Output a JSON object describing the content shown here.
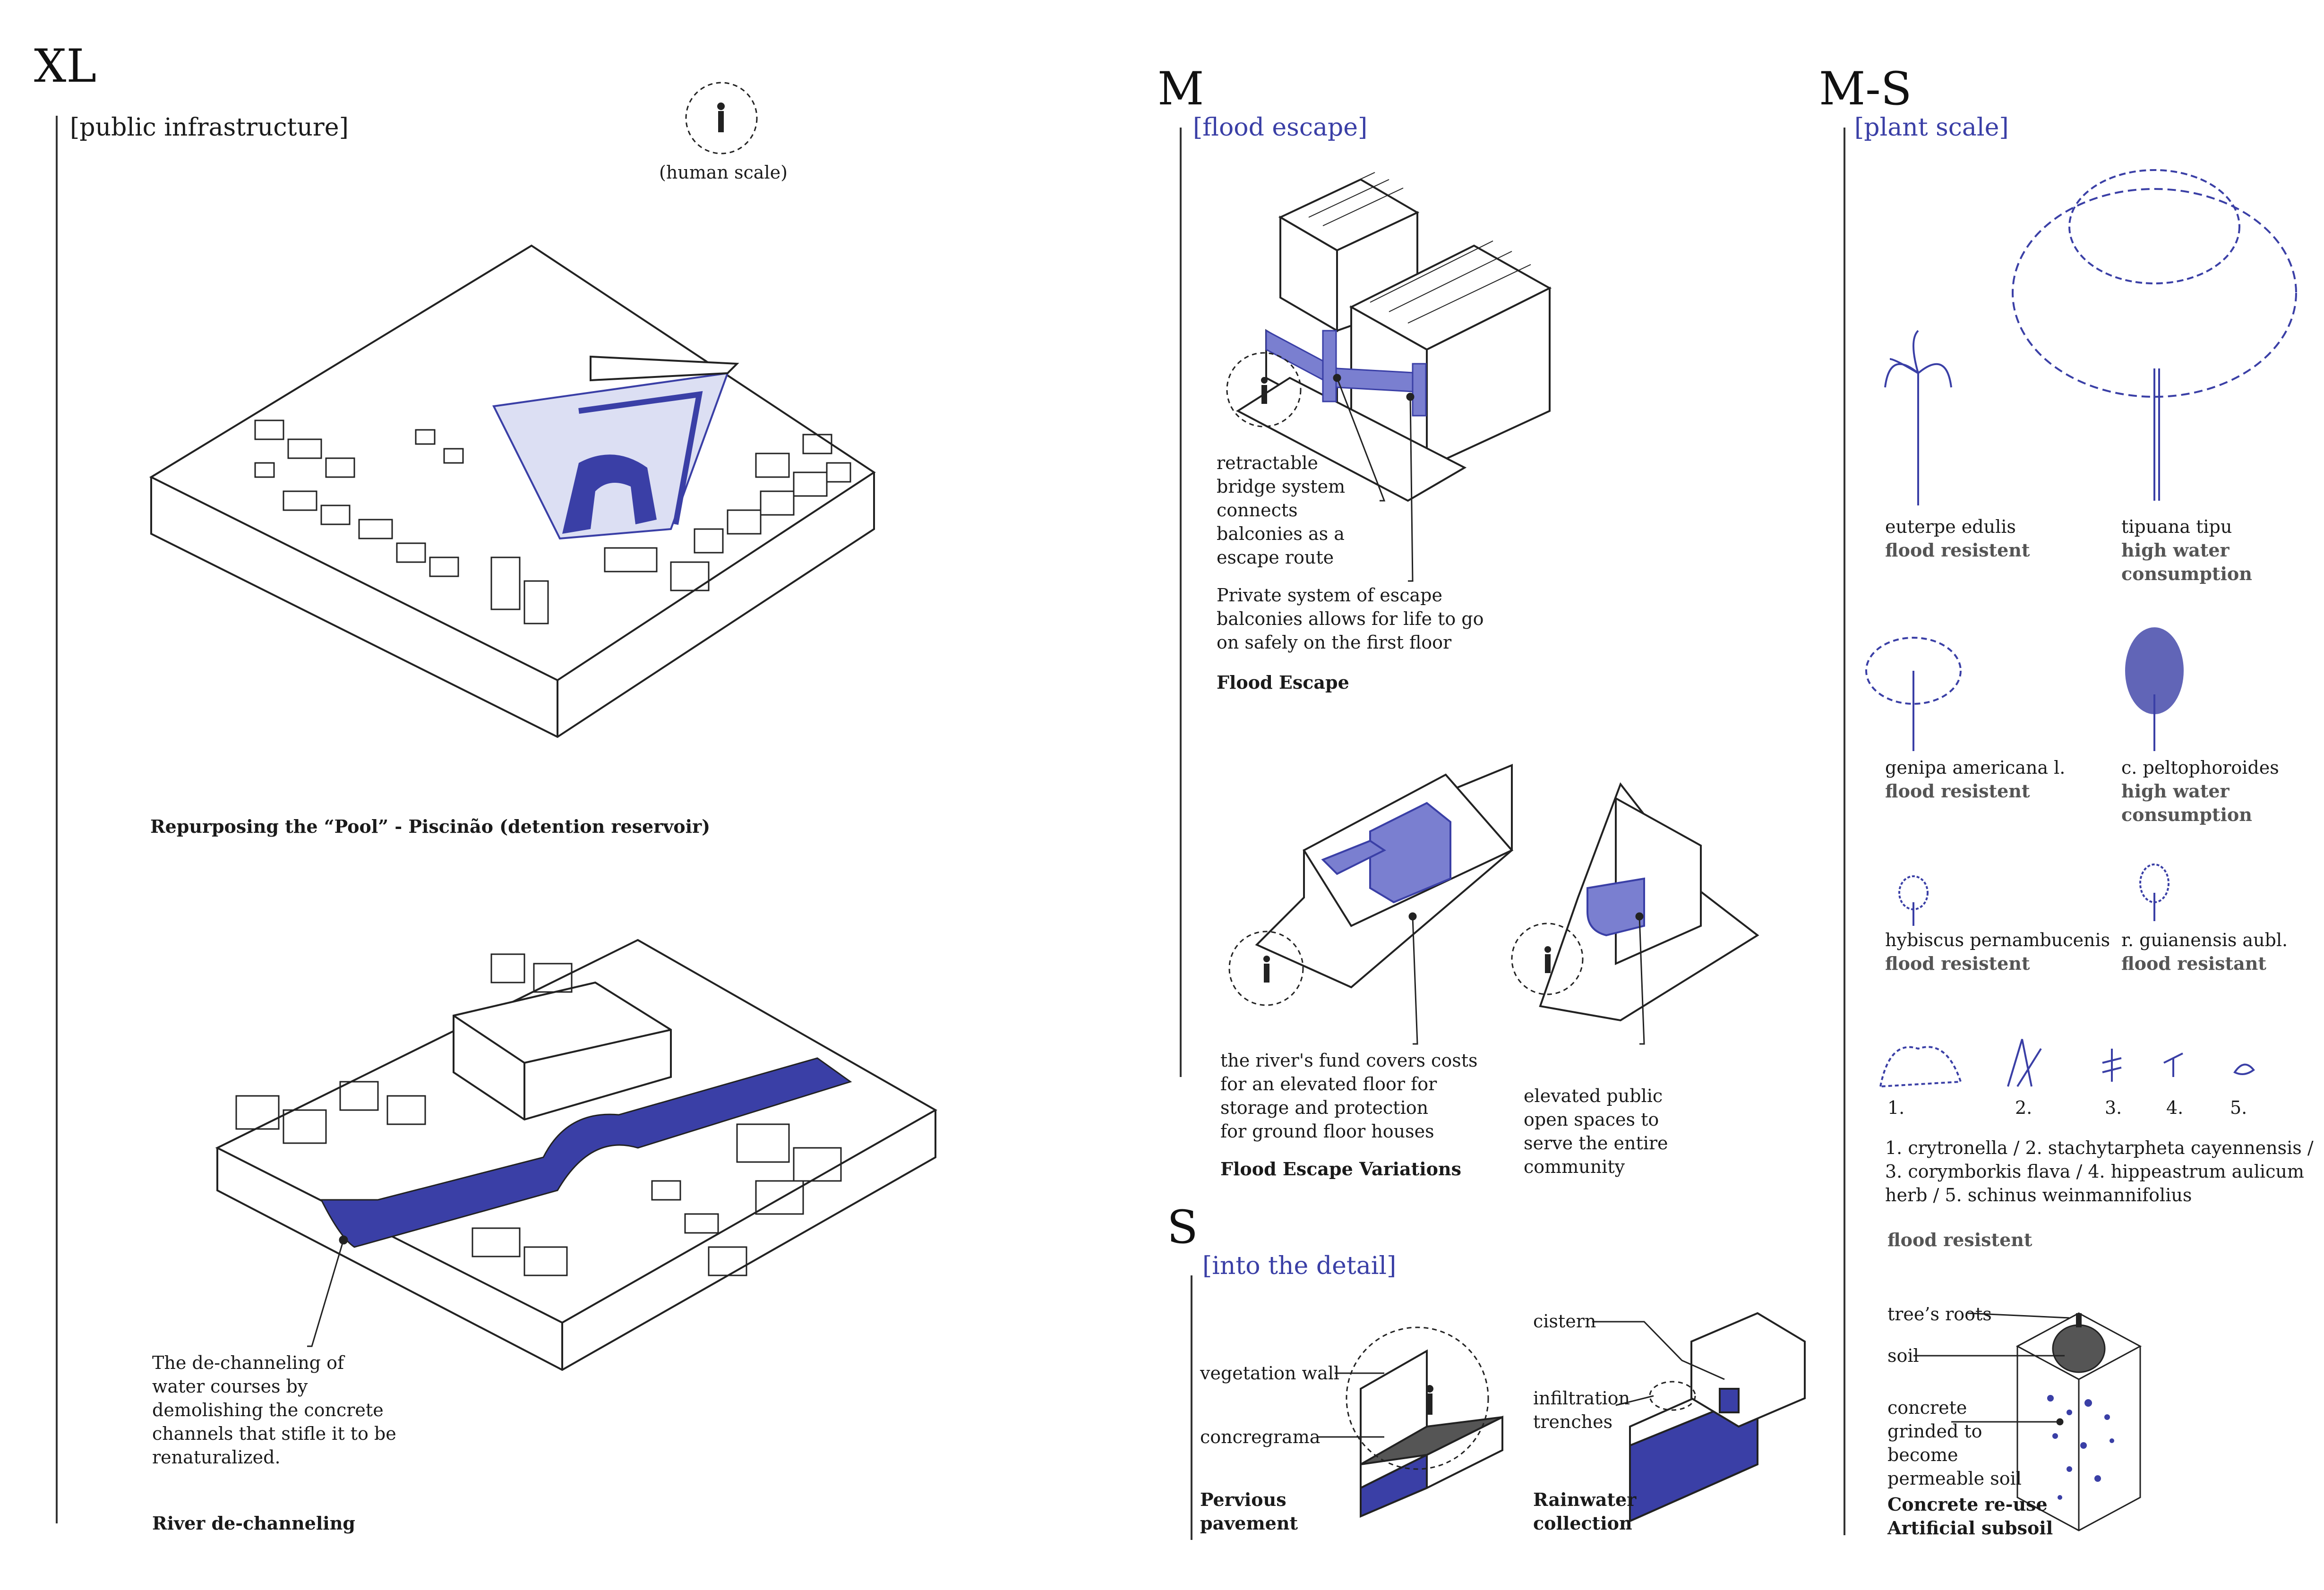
{
  "colors": {
    "accent": "#3a3fa6",
    "ink": "#1a1a1a",
    "grey": "#555555"
  },
  "xl": {
    "scale_label": "XL",
    "subtitle": "[public infrastructure]",
    "human_scale": "(human scale)",
    "pool_caption": "Repurposing the “Pool” - Piscinão (detention reservoir)",
    "river_note": "The de-channeling of\nwater courses by\ndemolishing the concrete\nchannels that stifle it to be\nrenaturalized.",
    "river_caption": "River de-channeling"
  },
  "m": {
    "scale_label": "M",
    "subtitle": "[flood escape]",
    "bridge_note": "retractable\nbridge system\nconnects\nbalconies as a\nescape route",
    "balcony_note": "Private system of escape\nbalconies allows for life to go\non safely on the first floor",
    "flood_escape_caption": "Flood Escape",
    "fund_note": "the river's fund covers costs\nfor an elevated  floor for\nstorage and protection\nfor ground floor houses",
    "public_note": "elevated public\nopen spaces to\nserve the entire\ncommunity",
    "variations_caption": "Flood Escape Variations"
  },
  "s": {
    "scale_label": "S",
    "subtitle": "[into the detail]",
    "vegetation_wall": "vegetation wall",
    "concregrama": "concregrama",
    "pervious_caption": "Pervious\npavement",
    "cistern": "cistern",
    "infiltration": "infiltration\ntrenches",
    "rainwater_caption": "Rainwater\ncollection"
  },
  "ms": {
    "scale_label": "M-S",
    "subtitle": "[plant scale]",
    "plants": [
      {
        "name": "euterpe edulis",
        "tag": "flood resistent"
      },
      {
        "name": "tipuana tipu",
        "tag": "high water\nconsumption"
      },
      {
        "name": "genipa americana l.",
        "tag": "flood resistent"
      },
      {
        "name": "c. peltophoroides",
        "tag": "high water\nconsumption"
      },
      {
        "name": "hybiscus pernambucenis",
        "tag": "flood resistent"
      },
      {
        "name": "r. guianensis aubl.",
        "tag": "flood resistant"
      }
    ],
    "herb_numbers": [
      "1.",
      "2.",
      "3.",
      "4.",
      "5."
    ],
    "herb_list": "1. crytronella / 2. stachytarpheta cayennensis /\n3. corymborkis flava / 4. hippeastrum aulicum\nherb  / 5. schinus weinmannifolius",
    "herb_tag": "flood resistent",
    "tree_roots": "tree’s roots",
    "soil": "soil",
    "concrete_note": "concrete\ngrinded to\nbecome\npermeable soil",
    "concrete_caption": "Concrete re-use\nArtificial subsoil"
  }
}
